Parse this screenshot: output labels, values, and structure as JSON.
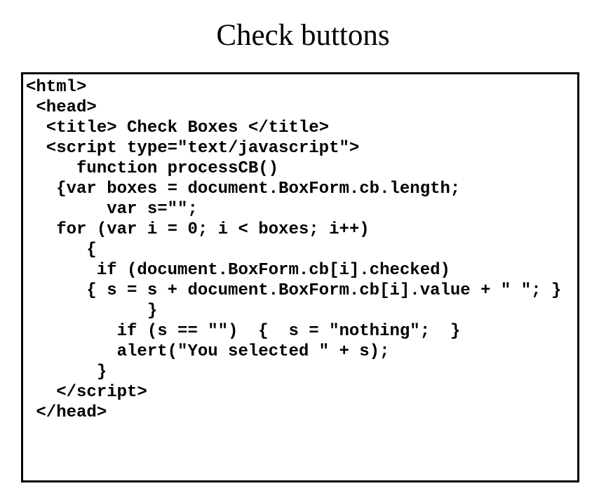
{
  "slide": {
    "title": "Check buttons",
    "background_color": "#ffffff",
    "text_color": "#000000",
    "border_color": "#000000"
  },
  "code": {
    "language": "html-javascript",
    "lines": [
      "<html>",
      " <head>",
      "  <title> Check Boxes </title>",
      "  <script type=\"text/javascript\">",
      "     function processCB()",
      "   {var boxes = document.BoxForm.cb.length;",
      "        var s=\"\";",
      "   for (var i = 0; i < boxes; i++)",
      "      {",
      "       if (document.BoxForm.cb[i].checked)",
      "      { s = s + document.BoxForm.cb[i].value + \" \"; }",
      "            }",
      "         if (s == \"\")  {  s = \"nothing\";  }",
      "         alert(\"You selected \" + s);",
      "       }",
      "   </script>",
      " </head>"
    ]
  }
}
